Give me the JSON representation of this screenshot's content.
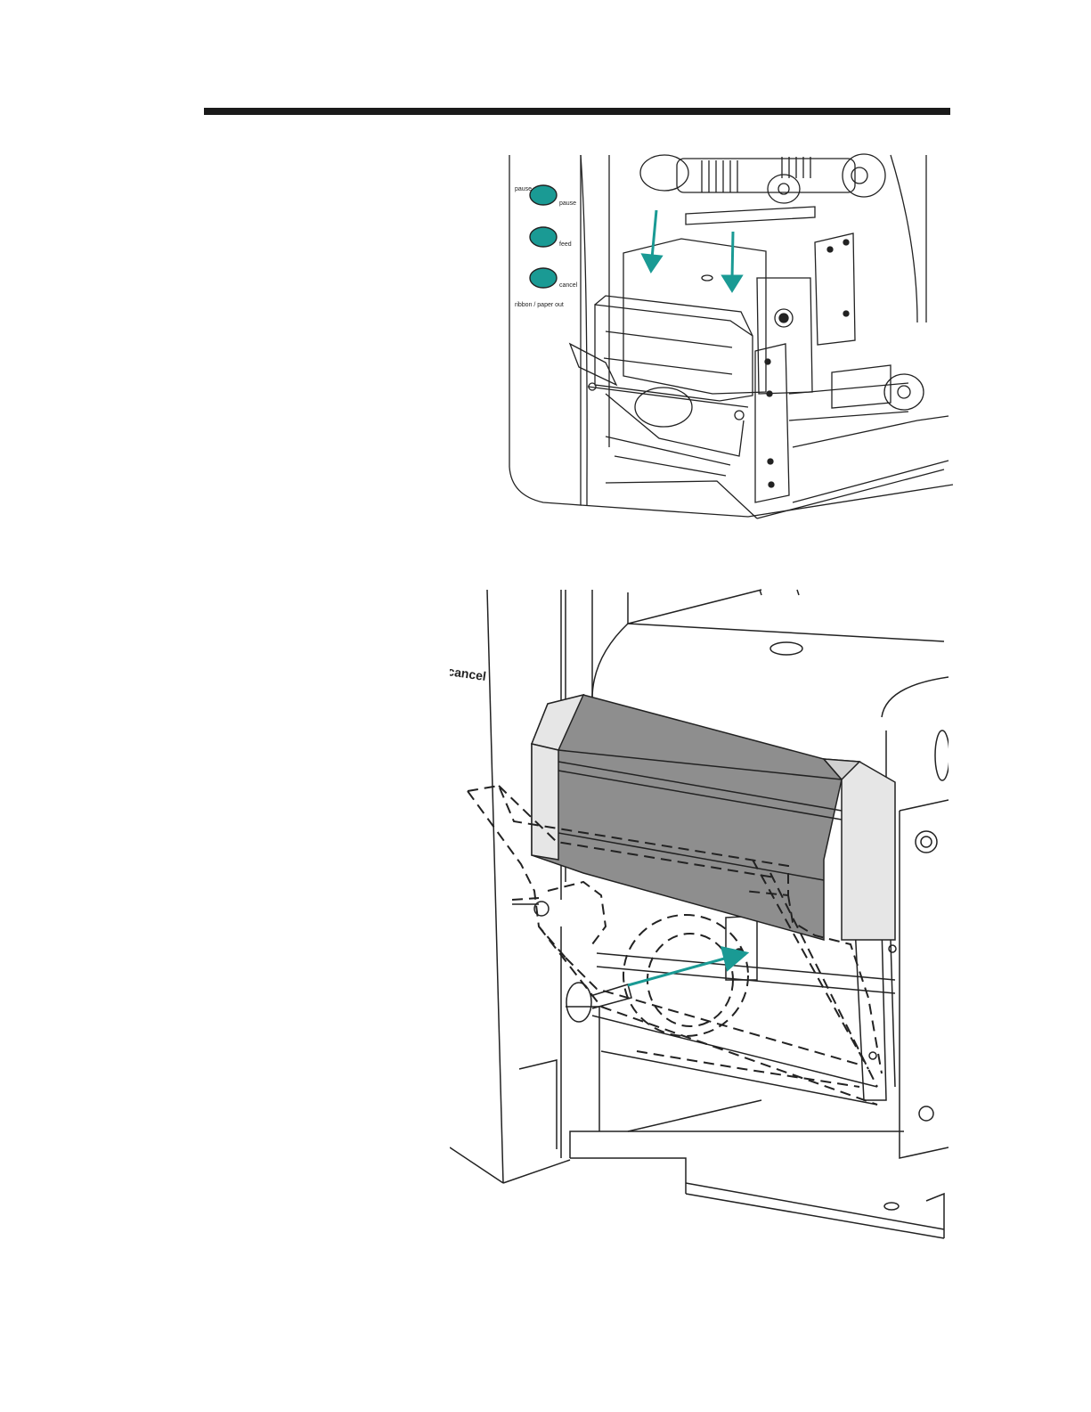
{
  "colors": {
    "accent": "#1a9a94",
    "line": "#222222",
    "cutter_shade": "#8e8e8e",
    "panel_light": "#e6e6e6"
  },
  "top_figure": {
    "panel_labels": {
      "pause": "pause",
      "feed": "feed",
      "cancel": "cancel",
      "calibrate": "ribbon / paper out"
    }
  },
  "bottom_figure": {
    "panel_label": "cancel"
  }
}
